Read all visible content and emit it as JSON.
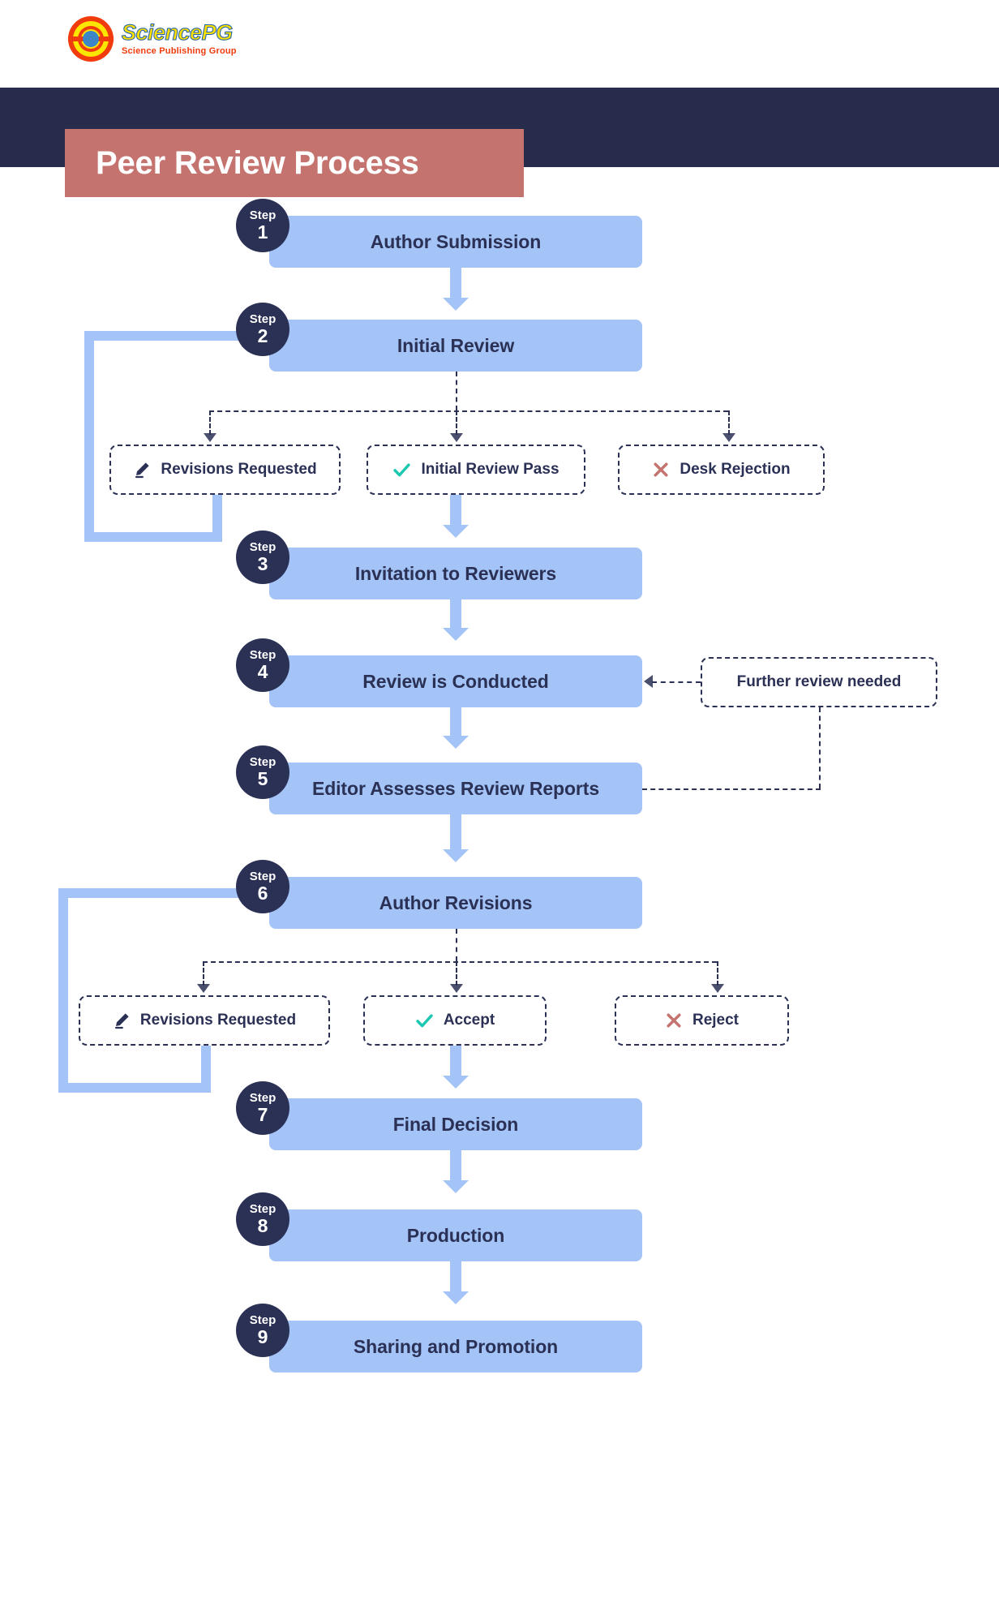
{
  "brand": {
    "logo_icon": "sciencepg-bullseye-logo",
    "name": "SciencePG",
    "tagline": "Science Publishing Group"
  },
  "header": {
    "title": "Peer Review Process",
    "band_color": "#272c4d",
    "plate_color": "#c4736e",
    "title_color": "#ffffff"
  },
  "theme": {
    "node_fill": "#a4c4f7",
    "node_text": "#2b3055",
    "badge_fill": "#2b3055",
    "badge_text": "#ffffff",
    "outcome_border": "#2b3055",
    "accept_icon_color": "#1ec8b0",
    "reject_icon_color": "#c4736e",
    "revision_icon_color": "#2b3055",
    "arrow_color": "#a4c4f7",
    "dashed_color": "#2b3055"
  },
  "flow": {
    "step_word": "Step",
    "steps": [
      {
        "number": "1",
        "label": "Author Submission"
      },
      {
        "number": "2",
        "label": "Initial Review"
      },
      {
        "number": "3",
        "label": "Invitation to Reviewers"
      },
      {
        "number": "4",
        "label": "Review is Conducted"
      },
      {
        "number": "5",
        "label": "Editor Assesses Review Reports"
      },
      {
        "number": "6",
        "label": "Author Revisions"
      },
      {
        "number": "7",
        "label": "Final Decision"
      },
      {
        "number": "8",
        "label": "Production"
      },
      {
        "number": "9",
        "label": "Sharing and Promotion"
      }
    ],
    "branch_one": [
      {
        "label": "Revisions Requested",
        "icon": "pencil-icon"
      },
      {
        "label": "Initial Review Pass",
        "icon": "check-icon"
      },
      {
        "label": "Desk Rejection",
        "icon": "cross-icon"
      }
    ],
    "branch_two": [
      {
        "label": "Revisions Requested",
        "icon": "pencil-icon"
      },
      {
        "label": "Accept",
        "icon": "check-icon"
      },
      {
        "label": "Reject",
        "icon": "cross-icon"
      }
    ],
    "feedback": {
      "label": "Further review needed"
    }
  }
}
